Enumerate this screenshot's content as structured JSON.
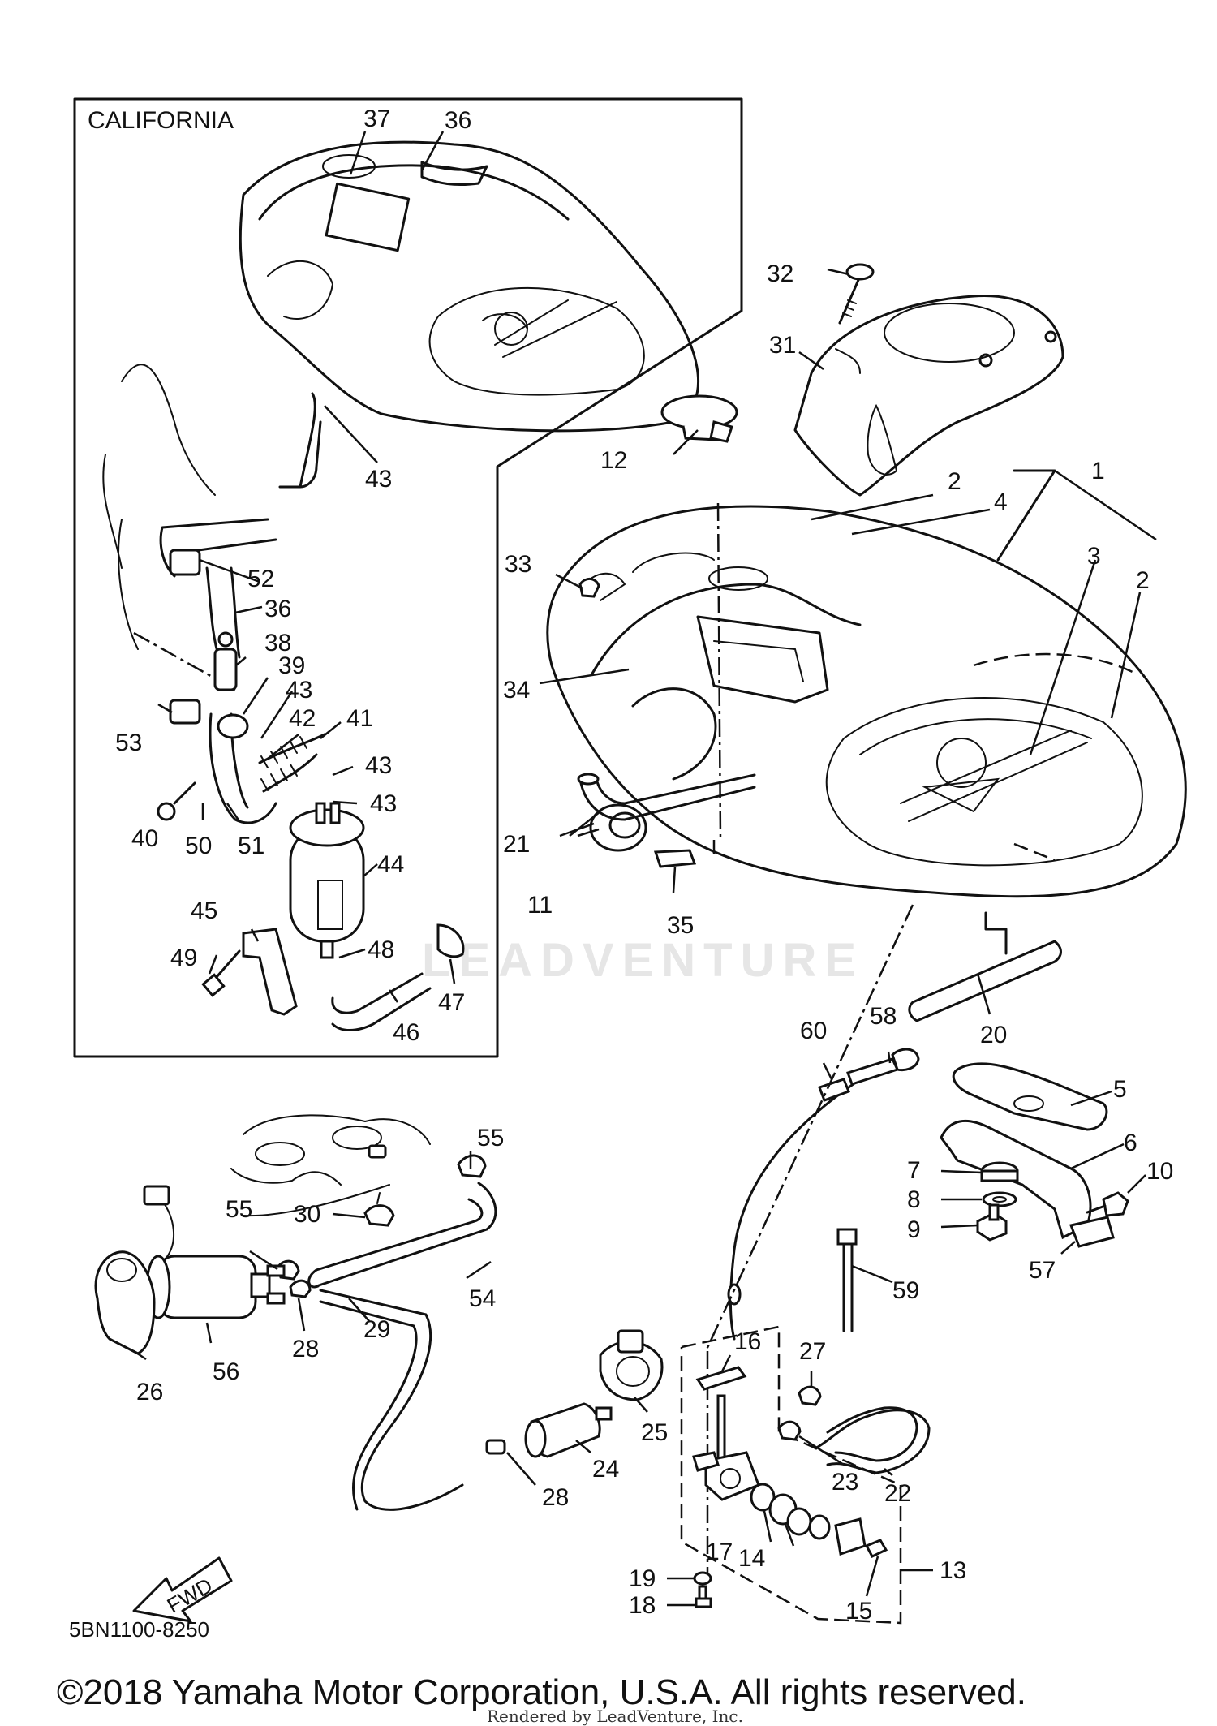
{
  "inset_title": "CALIFORNIA",
  "watermark": "LEADVENTURE",
  "direction_arrow": "FWD",
  "diagram_code": "5BN1100-8250",
  "copyright": "©2018 Yamaha Motor Corporation, U.S.A. All rights reserved.",
  "rendered_by": "Rendered by LeadVenture, Inc.",
  "callouts": {
    "c1": "1",
    "c2a": "2",
    "c2b": "2",
    "c3": "3",
    "c4": "4",
    "c5": "5",
    "c6": "6",
    "c7": "7",
    "c8": "8",
    "c9": "9",
    "c10": "10",
    "c11": "11",
    "c12": "12",
    "c13": "13",
    "c14": "14",
    "c15": "15",
    "c16": "16",
    "c17": "17",
    "c18": "18",
    "c19": "19",
    "c20": "20",
    "c21": "21",
    "c22": "22",
    "c23": "23",
    "c24": "24",
    "c25": "25",
    "c26": "26",
    "c27": "27",
    "c28a": "28",
    "c28b": "28",
    "c29": "29",
    "c30": "30",
    "c31": "31",
    "c32": "32",
    "c33": "33",
    "c34": "34",
    "c35": "35",
    "c36a": "36",
    "c36b": "36",
    "c37": "37",
    "c38": "38",
    "c39": "39",
    "c40": "40",
    "c41": "41",
    "c42": "42",
    "c43a": "43",
    "c43b": "43",
    "c43c": "43",
    "c43d": "43",
    "c44": "44",
    "c45": "45",
    "c46": "46",
    "c47": "47",
    "c48": "48",
    "c49": "49",
    "c50": "50",
    "c51": "51",
    "c52": "52",
    "c53": "53",
    "c54": "54",
    "c55a": "55",
    "c55b": "55",
    "c56": "56",
    "c57": "57",
    "c58": "58",
    "c59": "59",
    "c60": "60"
  }
}
